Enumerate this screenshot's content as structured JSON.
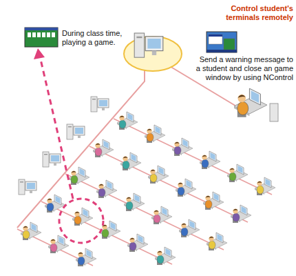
{
  "diagram": {
    "labels": [
      "Control student's terminals remotely",
      "During class time, playing a game.",
      "Send a warning message to a student and close an game window by using NControl"
    ]
  }
}
